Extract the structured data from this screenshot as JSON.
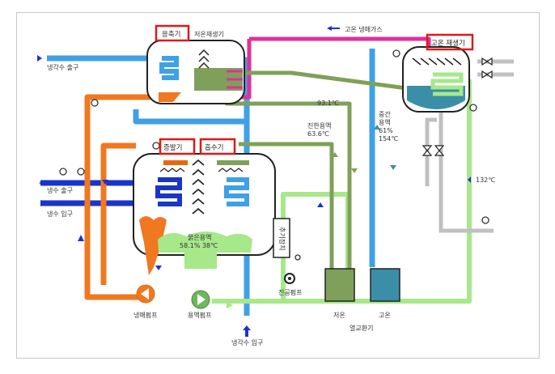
{
  "labels": {
    "condenser": "응축기",
    "low_temp_generator": "저온재생기",
    "high_temp_refrigerant_gas": "고온 냉매가스",
    "high_temp_generator": "고온 재생기",
    "cooling_water_outlet": "냉각수 출구",
    "temp_93": "93.1℃",
    "concentrated_solution": "진한용액",
    "concentrated_solution_temp": "63.6℃",
    "intermediate_1": "중간",
    "intermediate_2": "용액",
    "intermediate_3": "61%",
    "intermediate_4": "154℃",
    "evaporator": "증발기",
    "absorber": "흡수기",
    "chilled_water_outlet": "냉수 출구",
    "chilled_water_inlet": "냉수 입구",
    "temp_132": "132℃",
    "dilute_solution_1": "묽은용액",
    "dilute_solution_2": "58.1%  38℃",
    "purge_unit": "추기장치",
    "vacuum_pump": "진공펌프",
    "refrigerant_pump": "냉매펌프",
    "solution_pump": "용액펌프",
    "cooling_water_inlet": "냉각수 입구",
    "low_temp_hx": "저온",
    "high_temp_hx": "고온",
    "heat_exchanger": "열교환기"
  },
  "colors": {
    "cooling_water": "#3fa0e8",
    "chilled_water": "#1a35c8",
    "refrigerant": "#f07820",
    "refrigerant_gas": "#e0309a",
    "dilute": "#a6e88a",
    "intermediate": "#3b8ea8",
    "concentrated": "#7fa05a",
    "highlight_box": "#e01818"
  }
}
